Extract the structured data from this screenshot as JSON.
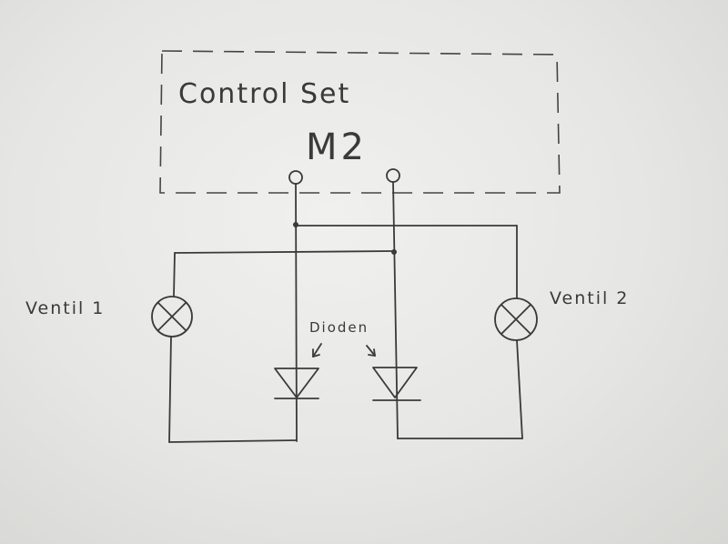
{
  "box": {
    "title": "Control Set",
    "model": "M2"
  },
  "labels": {
    "valve_left": "Ventil 1",
    "valve_right": "Ventil 2",
    "diodes": "Dioden"
  },
  "colors": {
    "paper": "#e9e9e7",
    "pencil": "#3a3a3a"
  }
}
